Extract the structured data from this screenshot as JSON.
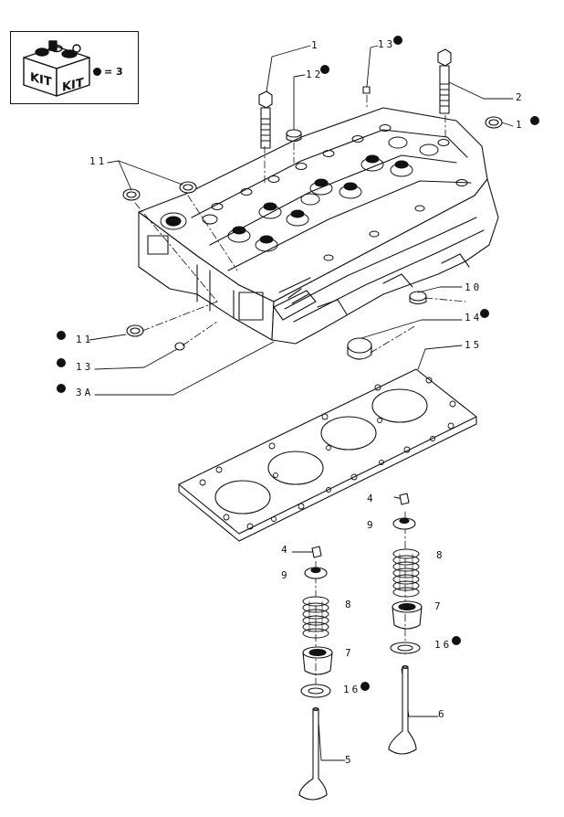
{
  "kit_legend": {
    "icon_labels": [
      "KIT",
      "KIT"
    ],
    "equation": "= 3"
  },
  "callouts": [
    {
      "id": "c1",
      "label": "1",
      "kit": false
    },
    {
      "id": "c2",
      "label": "2",
      "kit": false
    },
    {
      "id": "c13a",
      "label": "13",
      "kit": true
    },
    {
      "id": "c12",
      "label": "12",
      "kit": true
    },
    {
      "id": "c11r",
      "label": "1",
      "kit": true
    },
    {
      "id": "c11l",
      "label": "11",
      "kit": false
    },
    {
      "id": "c10",
      "label": "10",
      "kit": false
    },
    {
      "id": "c14",
      "label": "14",
      "kit": true
    },
    {
      "id": "c15",
      "label": "15",
      "kit": false
    },
    {
      "id": "c11b",
      "label": "11",
      "kit": true
    },
    {
      "id": "c13b",
      "label": "13",
      "kit": true
    },
    {
      "id": "c3a",
      "label": "3A",
      "kit": true
    },
    {
      "id": "c4r",
      "label": "4",
      "kit": false
    },
    {
      "id": "c9r",
      "label": "9",
      "kit": false
    },
    {
      "id": "c8r",
      "label": "8",
      "kit": false
    },
    {
      "id": "c7r",
      "label": "7",
      "kit": false
    },
    {
      "id": "c16r",
      "label": "16",
      "kit": true
    },
    {
      "id": "c6",
      "label": "6",
      "kit": false
    },
    {
      "id": "c4l",
      "label": "4",
      "kit": false
    },
    {
      "id": "c9l",
      "label": "9",
      "kit": false
    },
    {
      "id": "c8l",
      "label": "8",
      "kit": false
    },
    {
      "id": "c7l",
      "label": "7",
      "kit": false
    },
    {
      "id": "c16l",
      "label": "16",
      "kit": true
    },
    {
      "id": "c5",
      "label": "5",
      "kit": false
    }
  ]
}
